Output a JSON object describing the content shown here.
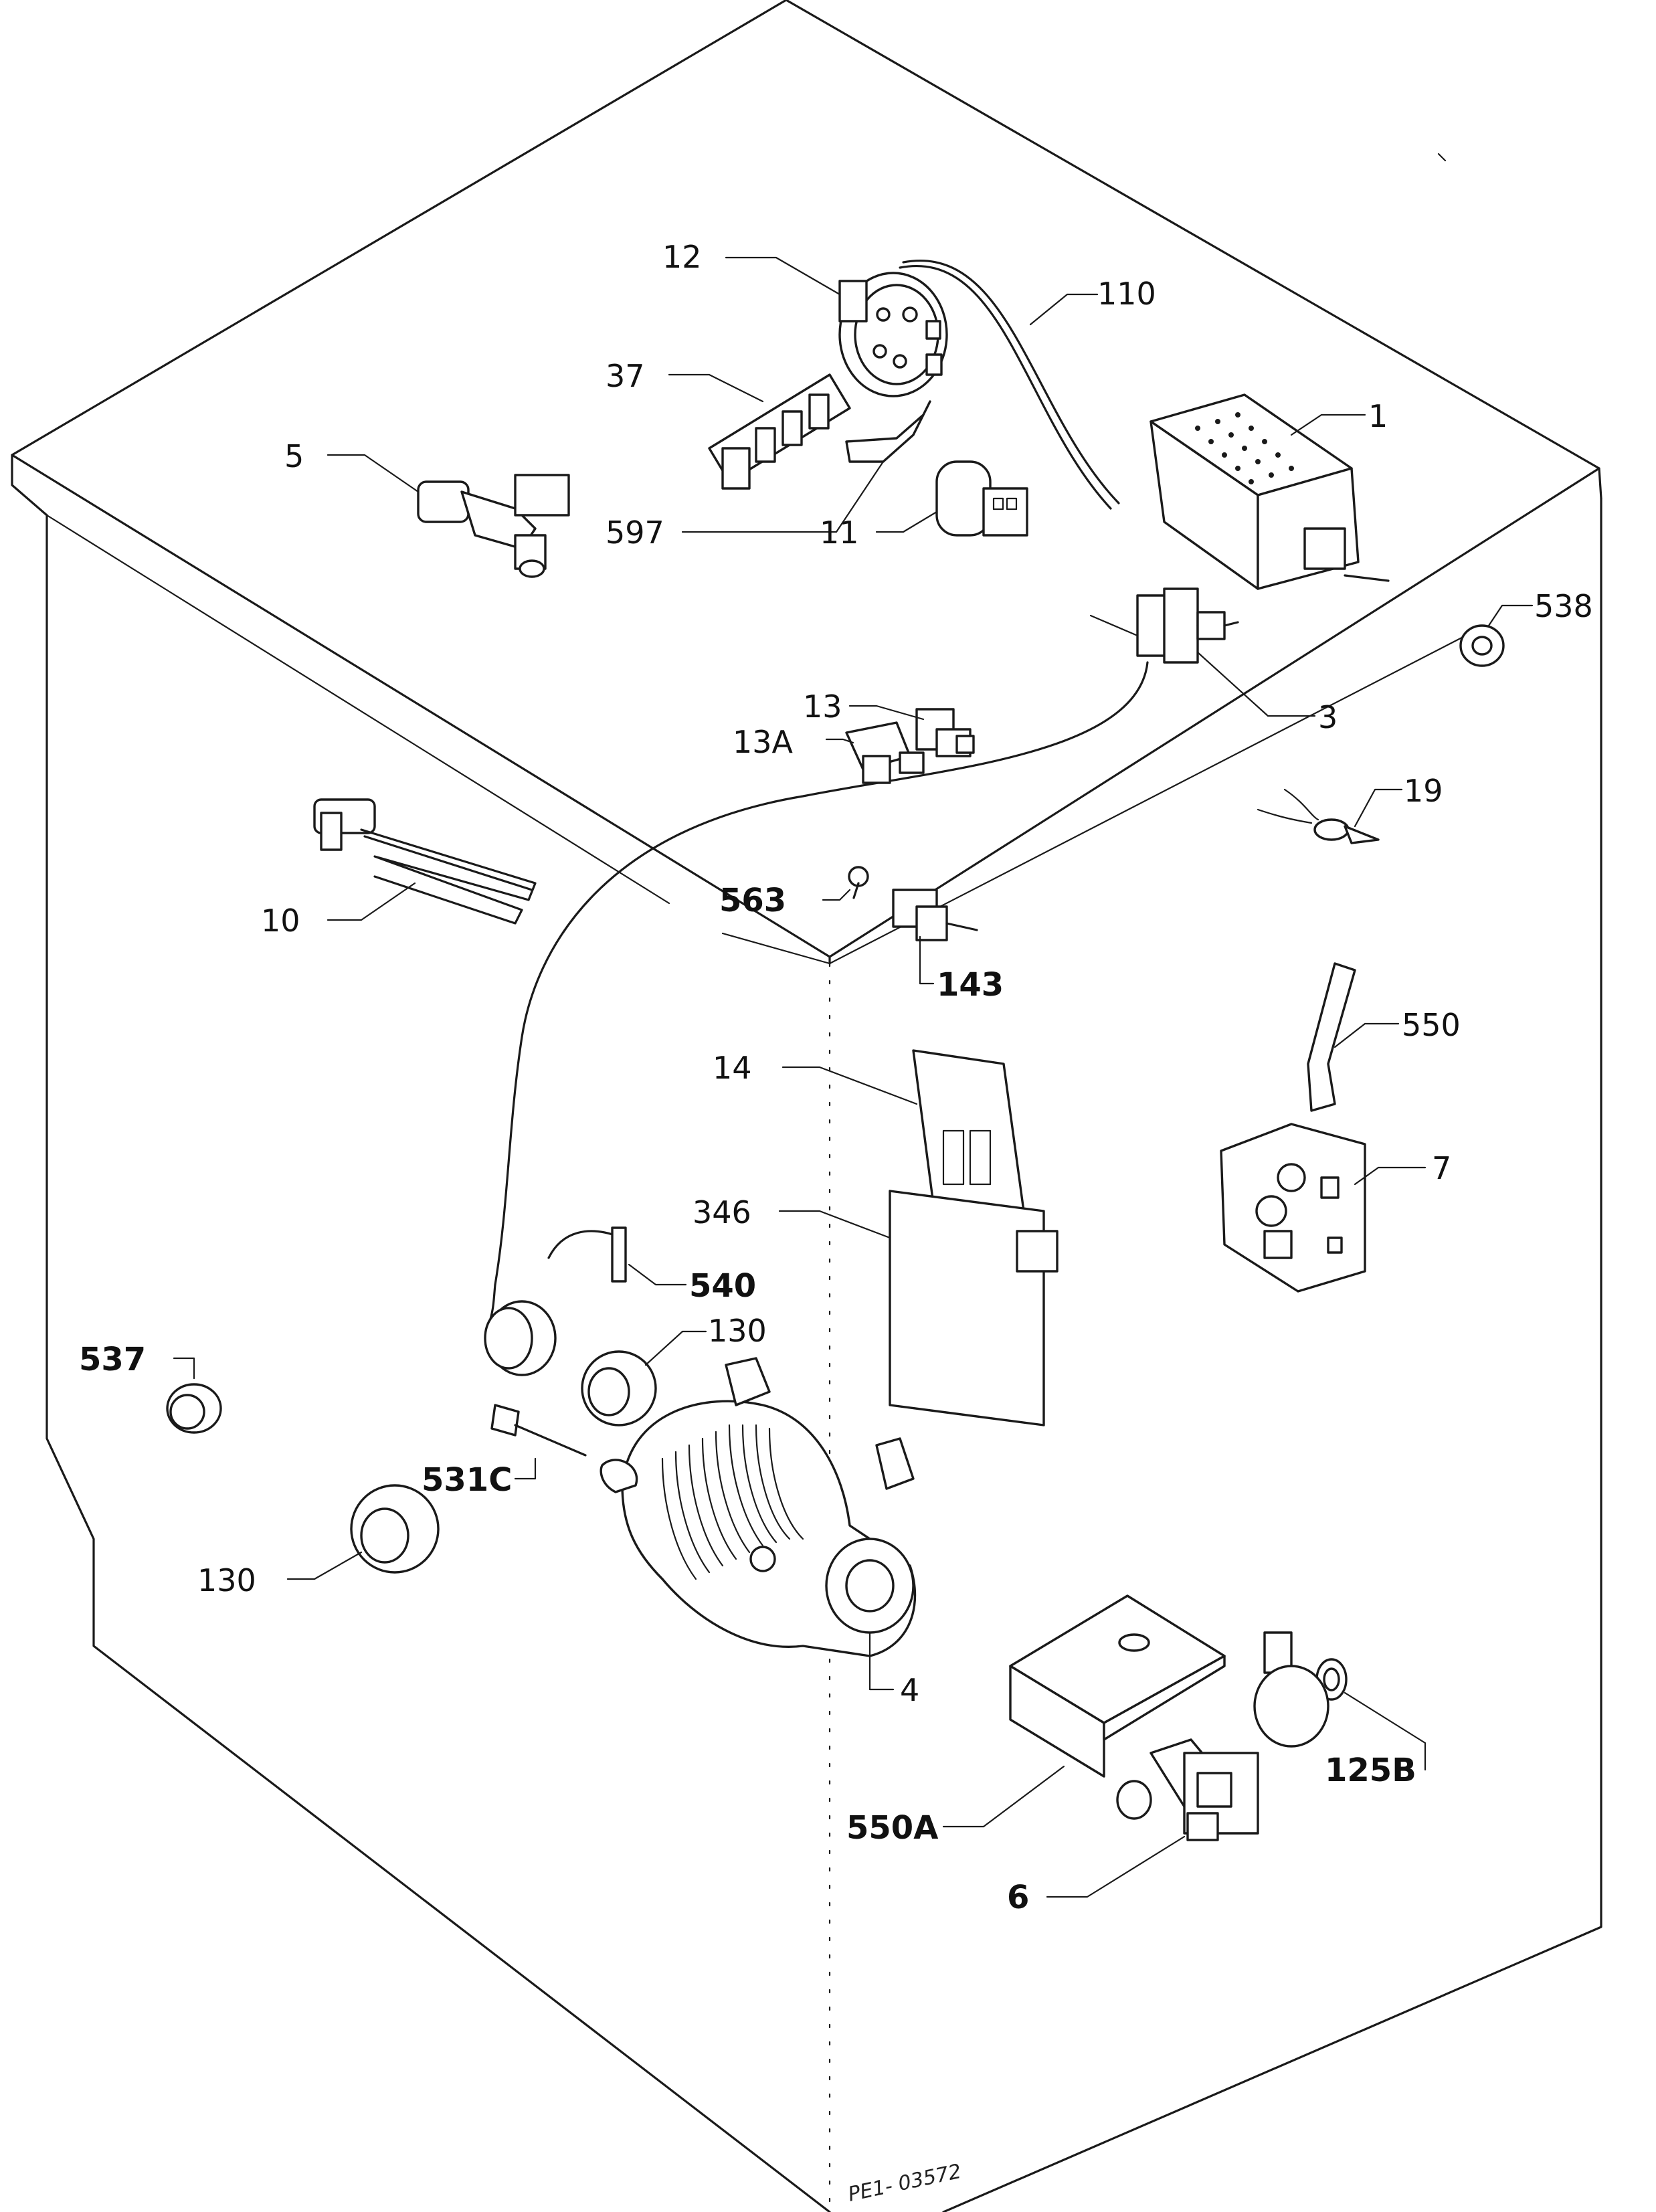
{
  "diagram": {
    "reference_code": "PE1- 03572",
    "callouts": [
      {
        "id": "c12",
        "label": "12"
      },
      {
        "id": "c110",
        "label": "110"
      },
      {
        "id": "c37",
        "label": "37"
      },
      {
        "id": "c1",
        "label": "1"
      },
      {
        "id": "c5",
        "label": "5"
      },
      {
        "id": "c597",
        "label": "597"
      },
      {
        "id": "c11",
        "label": "11"
      },
      {
        "id": "c538",
        "label": "538"
      },
      {
        "id": "c3",
        "label": "3"
      },
      {
        "id": "c13",
        "label": "13"
      },
      {
        "id": "c13a",
        "label": "13A"
      },
      {
        "id": "c19",
        "label": "19"
      },
      {
        "id": "c10",
        "label": "10"
      },
      {
        "id": "c563",
        "label": "563"
      },
      {
        "id": "c143",
        "label": "143"
      },
      {
        "id": "c550",
        "label": "550"
      },
      {
        "id": "c14",
        "label": "14"
      },
      {
        "id": "c346",
        "label": "346"
      },
      {
        "id": "c7",
        "label": "7"
      },
      {
        "id": "c540",
        "label": "540"
      },
      {
        "id": "c130a",
        "label": "130"
      },
      {
        "id": "c537",
        "label": "537"
      },
      {
        "id": "c531c",
        "label": "531C"
      },
      {
        "id": "c130b",
        "label": "130"
      },
      {
        "id": "c4",
        "label": "4"
      },
      {
        "id": "c125b",
        "label": "125B"
      },
      {
        "id": "c550a",
        "label": "550A"
      },
      {
        "id": "c6",
        "label": "6"
      }
    ]
  }
}
